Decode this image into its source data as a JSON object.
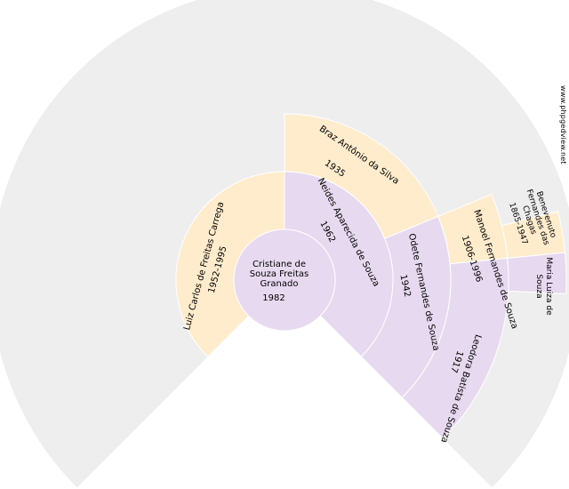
{
  "watermark": "www.phpgedview.net",
  "colors": {
    "background_ring": "#eeeeee",
    "male": "#feeccd",
    "female": "#e7daf0",
    "separator": "#ffffff"
  },
  "people": {
    "root": {
      "lines": [
        "Cristiane de",
        "Souza Freitas",
        "Granado"
      ],
      "years": "1982",
      "sex": "female"
    },
    "father": {
      "lines": [
        "Luiz Carlos de Freitas Carrega"
      ],
      "years": "1952-1995",
      "sex": "male"
    },
    "mother": {
      "lines": [
        "Neides Aparecida de Souza"
      ],
      "years": "1962",
      "sex": "female"
    },
    "mf": {
      "lines": [
        "Braz Antônio da Silva"
      ],
      "years": "1935",
      "sex": "male"
    },
    "mm": {
      "lines": [
        "Odete Fernandes de Souza"
      ],
      "years": "1942",
      "sex": "female"
    },
    "mmf": {
      "lines": [
        "Manoel Fernandes de Souza"
      ],
      "years": "1906-1996",
      "sex": "male"
    },
    "mmm": {
      "lines": [
        "Leodora Batista de Souza"
      ],
      "years": "1917",
      "sex": "female"
    },
    "mmff": {
      "lines": [
        "Benevenuto",
        "Fernandes das",
        "Chagas"
      ],
      "years": "1865-1947",
      "sex": "male"
    },
    "mmfm": {
      "lines": [
        "Maria Luiza de",
        "Souza"
      ],
      "years": "",
      "sex": "female"
    }
  }
}
